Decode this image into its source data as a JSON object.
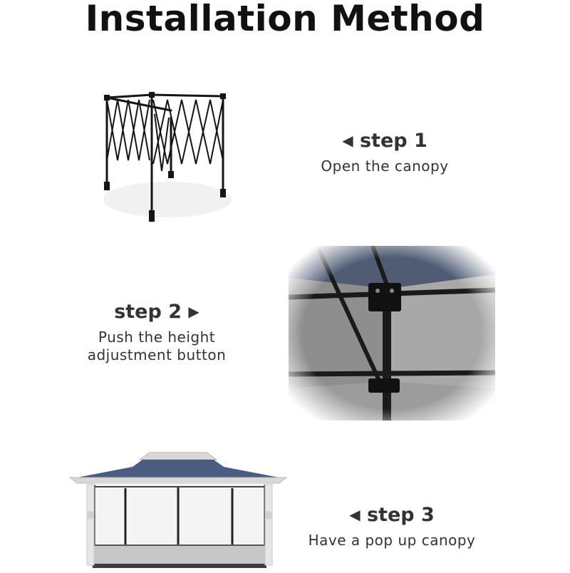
{
  "title": "Installation Method",
  "steps": [
    {
      "label": "step 1",
      "arrow": "◀",
      "description": "Open the canopy",
      "illustration": "folding-frame"
    },
    {
      "label": "step 2",
      "arrow": "▶",
      "description_lines": [
        "Push the height",
        "adjustment button"
      ],
      "illustration": "height-adjustment-closeup"
    },
    {
      "label": "step 3",
      "arrow": "◀",
      "description": "Have a pop up canopy",
      "illustration": "assembled-gazebo"
    }
  ],
  "colors": {
    "frame": "#151515",
    "canopy_blue": "#4a5d7e",
    "trim": "#d8d8d8",
    "background": "#ffffff"
  }
}
